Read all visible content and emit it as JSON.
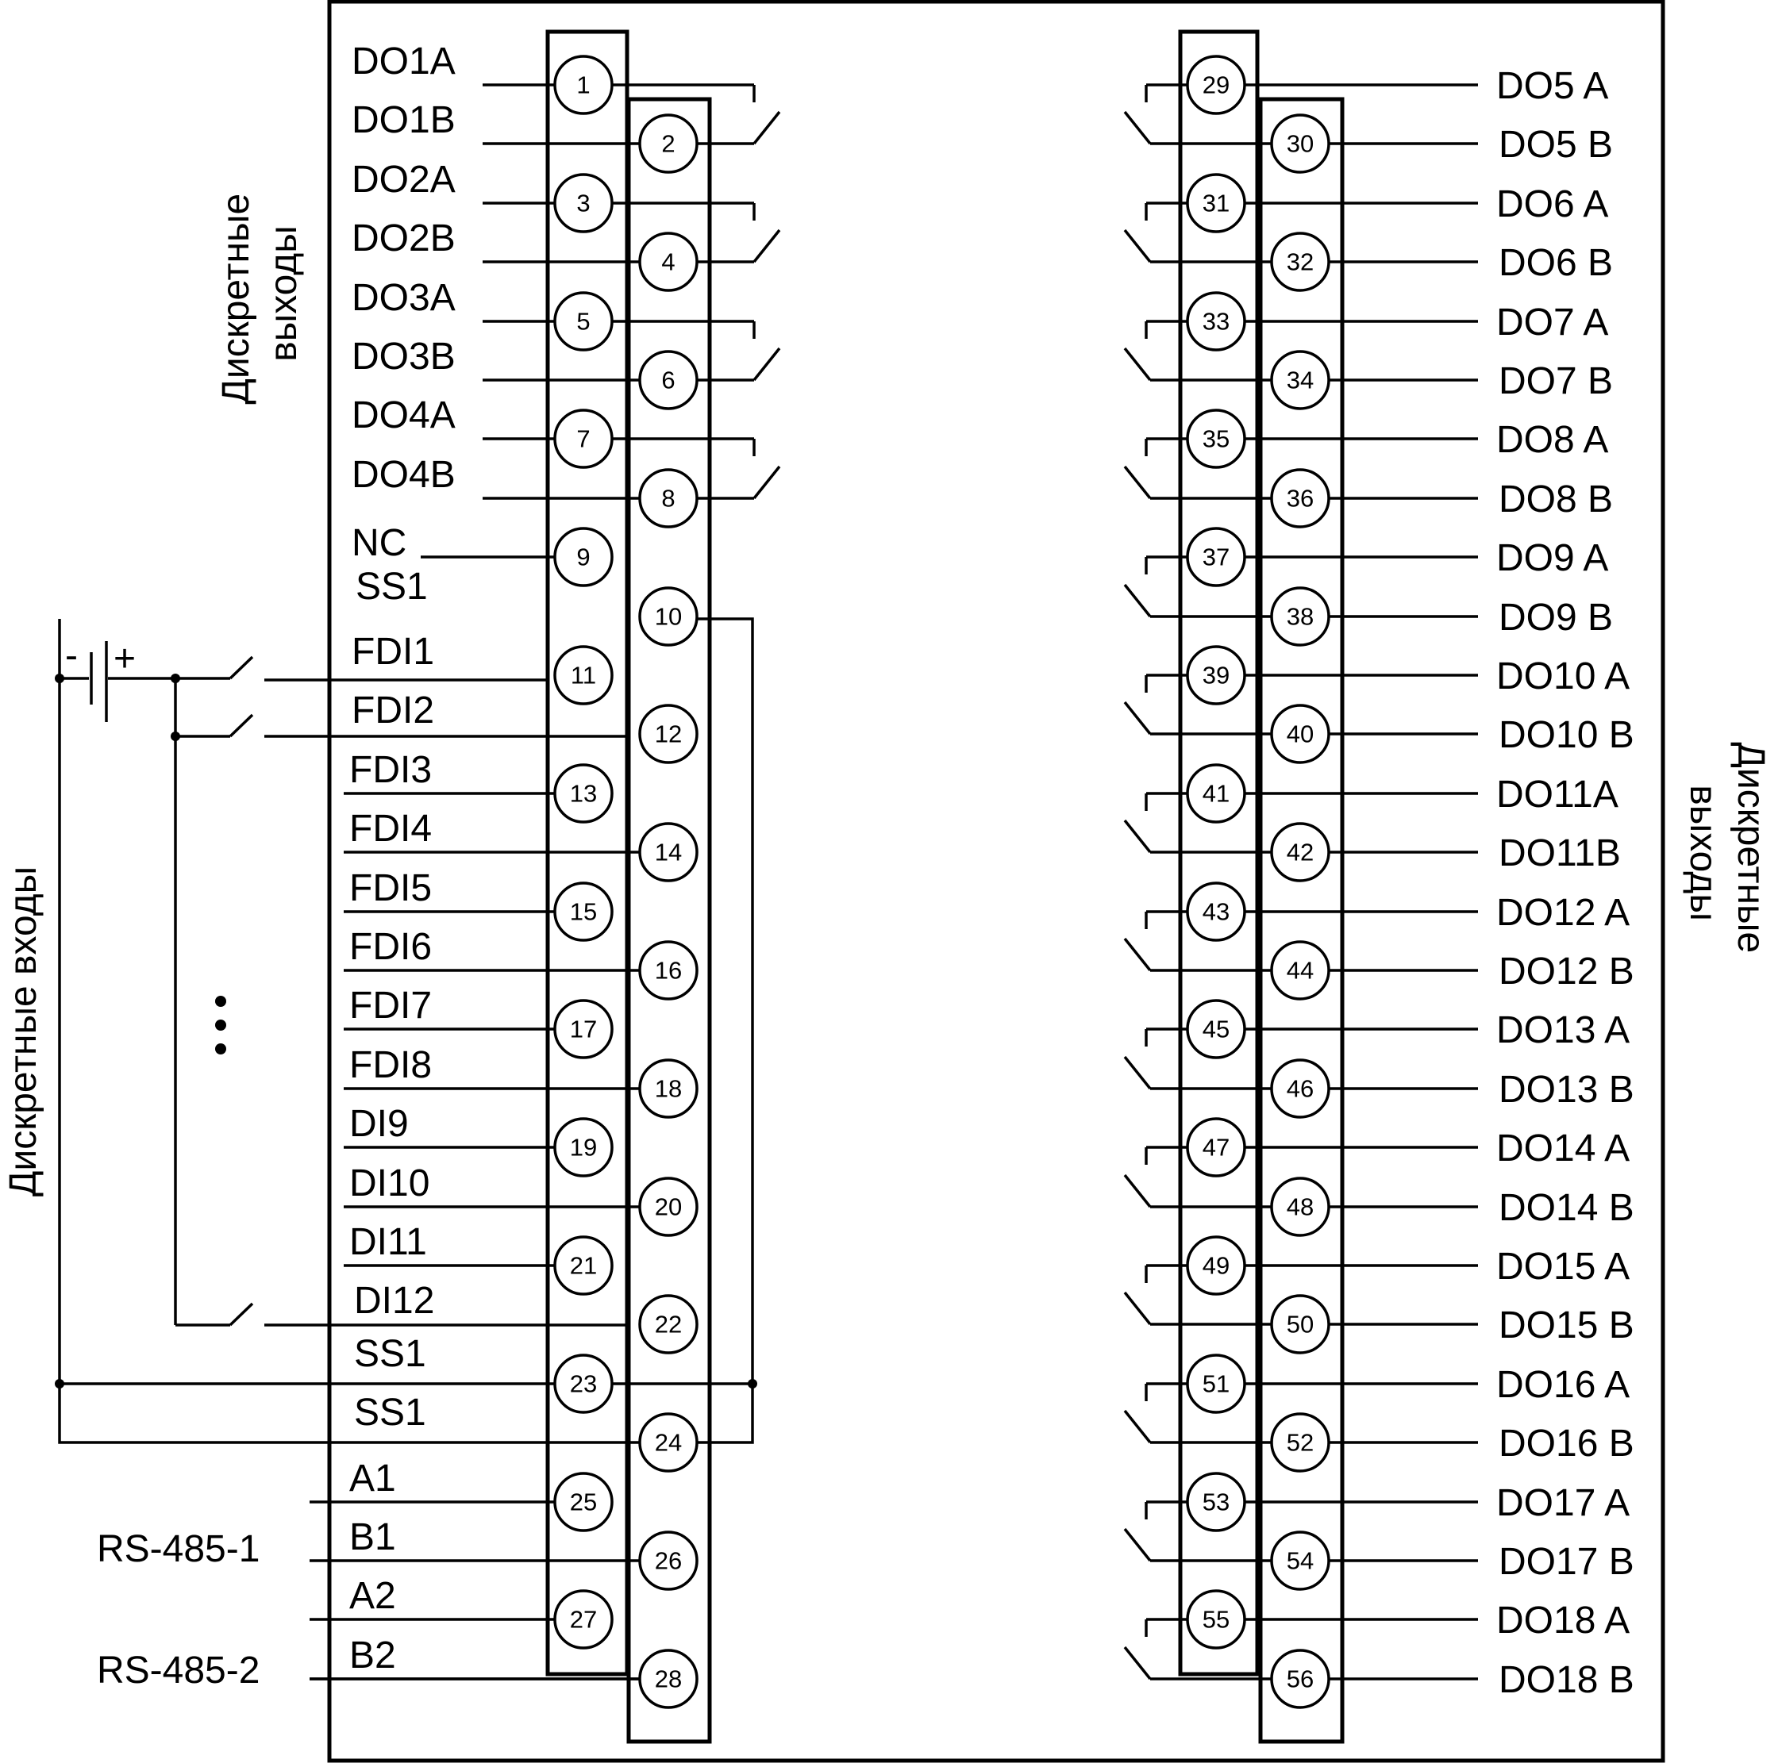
{
  "group_labels": {
    "left_outputs": [
      "Дискретные",
      "выходы"
    ],
    "right_outputs": [
      "Дискретные",
      "выходы"
    ],
    "inputs": "Дискретные  входы"
  },
  "battery": {
    "minus": "-",
    "plus": "+"
  },
  "rs485": {
    "port1": "RS-485-1",
    "port2": "RS-485-2"
  },
  "left_terminals": [
    {
      "num": "1",
      "label": "DO1A"
    },
    {
      "num": "2",
      "label": "DO1B"
    },
    {
      "num": "3",
      "label": "DO2A"
    },
    {
      "num": "4",
      "label": "DO2B"
    },
    {
      "num": "5",
      "label": "DO3A"
    },
    {
      "num": "6",
      "label": "DO3B"
    },
    {
      "num": "7",
      "label": "DO4A"
    },
    {
      "num": "8",
      "label": "DO4B"
    },
    {
      "num": "9",
      "label": "NC"
    },
    {
      "num": "10",
      "label": "SS1"
    },
    {
      "num": "11",
      "label": "FDI1"
    },
    {
      "num": "12",
      "label": "FDI2"
    },
    {
      "num": "13",
      "label": "FDI3"
    },
    {
      "num": "14",
      "label": "FDI4"
    },
    {
      "num": "15",
      "label": "FDI5"
    },
    {
      "num": "16",
      "label": "FDI6"
    },
    {
      "num": "17",
      "label": "FDI7"
    },
    {
      "num": "18",
      "label": "FDI8"
    },
    {
      "num": "19",
      "label": "DI9"
    },
    {
      "num": "20",
      "label": "DI10"
    },
    {
      "num": "21",
      "label": "DI11"
    },
    {
      "num": "22",
      "label": "DI12"
    },
    {
      "num": "23",
      "label": "SS1"
    },
    {
      "num": "24",
      "label": "SS1"
    },
    {
      "num": "25",
      "label": "A1"
    },
    {
      "num": "26",
      "label": "B1"
    },
    {
      "num": "27",
      "label": "A2"
    },
    {
      "num": "28",
      "label": "B2"
    }
  ],
  "right_terminals": [
    {
      "num": "29",
      "label": "DO5 A"
    },
    {
      "num": "30",
      "label": "DO5 B"
    },
    {
      "num": "31",
      "label": "DO6 A"
    },
    {
      "num": "32",
      "label": "DO6 B"
    },
    {
      "num": "33",
      "label": "DO7 A"
    },
    {
      "num": "34",
      "label": "DO7 B"
    },
    {
      "num": "35",
      "label": "DO8 A"
    },
    {
      "num": "36",
      "label": "DO8 B"
    },
    {
      "num": "37",
      "label": "DO9 A"
    },
    {
      "num": "38",
      "label": "DO9 B"
    },
    {
      "num": "39",
      "label": "DO10 A"
    },
    {
      "num": "40",
      "label": "DO10 B"
    },
    {
      "num": "41",
      "label": "DO11A"
    },
    {
      "num": "42",
      "label": "DO11B"
    },
    {
      "num": "43",
      "label": "DO12 A"
    },
    {
      "num": "44",
      "label": "DO12 B"
    },
    {
      "num": "45",
      "label": "DO13 A"
    },
    {
      "num": "46",
      "label": "DO13 B"
    },
    {
      "num": "47",
      "label": "DO14 A"
    },
    {
      "num": "48",
      "label": "DO14 B"
    },
    {
      "num": "49",
      "label": "DO15 A"
    },
    {
      "num": "50",
      "label": "DO15 B"
    },
    {
      "num": "51",
      "label": "DO16 A"
    },
    {
      "num": "52",
      "label": "DO16 B"
    },
    {
      "num": "53",
      "label": "DO17 A"
    },
    {
      "num": "54",
      "label": "DO17 B"
    },
    {
      "num": "55",
      "label": "DO18 A"
    },
    {
      "num": "56",
      "label": "DO18 B"
    }
  ]
}
